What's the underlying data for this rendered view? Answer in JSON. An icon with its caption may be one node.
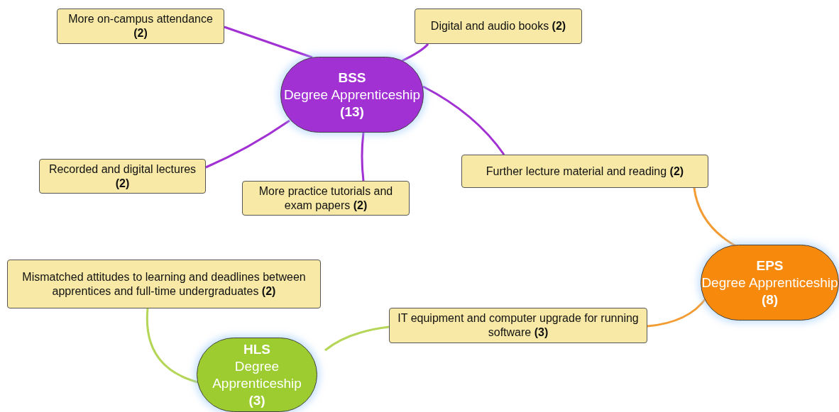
{
  "diagram": {
    "nodes": [
      {
        "text": [
          "BSS",
          "Degree Apprenticeship",
          "(13)"
        ]
      },
      {
        "text": [
          "More on-campus attendance **(2)**"
        ]
      },
      {
        "text": [
          "Digital and audio books **(2)**"
        ]
      },
      {
        "text": [
          "Recorded and digital lectures **(2)**"
        ]
      },
      {
        "text": [
          "More practice tutorials and exam papers **(2)**"
        ]
      },
      {
        "text": [
          "Further lecture material and reading **(2)**"
        ]
      },
      {
        "text": [
          "EPS",
          "Degree Apprenticeship",
          "(8)"
        ]
      },
      {
        "text": [
          "IT equipment and computer upgrade for running software **(3)**"
        ]
      },
      {
        "text": [
          "Mismatched attitudes to learning and deadlines between apprentices and full-time undergraduates **(2)**"
        ]
      },
      {
        "text": [
          "HLS",
          "Degree Apprenticeship",
          "(3)"
        ]
      }
    ],
    "edges": [
      {
        "from": 0,
        "to": 1,
        "arrow": "none"
      },
      {
        "from": 0,
        "to": 2,
        "arrow": "none"
      },
      {
        "from": 0,
        "to": 3,
        "arrow": "none"
      },
      {
        "from": 0,
        "to": 4,
        "arrow": "none"
      },
      {
        "from": 0,
        "to": 5,
        "arrow": "none"
      },
      {
        "from": 5,
        "to": 6,
        "arrow": "none",
        "color": "#f39c34"
      },
      {
        "from": 6,
        "to": 7,
        "arrow": "none",
        "color": "#f39c34"
      },
      {
        "from": 7,
        "to": 9,
        "arrow": "none",
        "color": "#b5d658"
      },
      {
        "from": 8,
        "to": 9,
        "arrow": "none",
        "color": "#b5d658"
      }
    ]
  }
}
